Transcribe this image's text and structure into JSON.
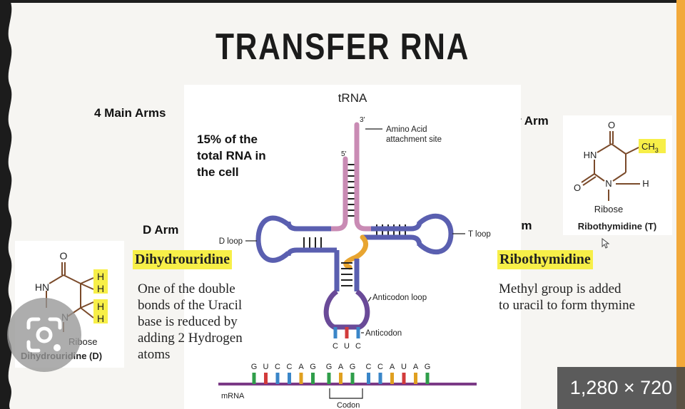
{
  "title": "TRANSFER RNA",
  "side_labels": {
    "main_arms": "4 Main Arms",
    "acceptor_arm": "Acceptor Arm",
    "d_arm": "D Arm",
    "t_arm": "T Arm"
  },
  "note": [
    "15% of the",
    "total RNA in",
    "the cell"
  ],
  "d_arm_text": {
    "heading": "Dihydrouridine",
    "lines": [
      "One of the double",
      "bonds of the Uracil",
      "base is reduced by",
      "adding 2 Hydrogen",
      "atoms"
    ]
  },
  "t_arm_text": {
    "heading": "Ribothymidine",
    "lines": [
      "Methyl group is added",
      "to uracil to form thymine"
    ]
  },
  "diagram": {
    "heading": "tRNA",
    "end3": "3'",
    "end5": "5'",
    "amino_acid_site": [
      "Amino Acid",
      "attachment site"
    ],
    "d_loop": "D loop",
    "t_loop": "T loop",
    "anticodon_loop": "Anticodon loop",
    "anticodon": "Anticodon",
    "anticodon_letters": [
      "C",
      "U",
      "C"
    ],
    "anticodon_colors": [
      "#3a86c8",
      "#d23b3b",
      "#3a86c8"
    ],
    "mrna_letters": [
      "G",
      "U",
      "C",
      "C",
      "A",
      "G",
      "G",
      "A",
      "G",
      "C",
      "C",
      "A",
      "U",
      "A",
      "G"
    ],
    "mrna_colors": [
      "#2f9e4a",
      "#d23b3b",
      "#3a86c8",
      "#3a86c8",
      "#e0a020",
      "#2f9e4a",
      "#2f9e4a",
      "#e0a020",
      "#2f9e4a",
      "#3a86c8",
      "#3a86c8",
      "#e0a020",
      "#d23b3b",
      "#e0a020",
      "#2f9e4a"
    ],
    "mrna": "mRNA",
    "codon": "Codon"
  },
  "dihydrouridine_structure": {
    "o": "O",
    "hn": "HN",
    "n": "N",
    "h_atoms": [
      "H",
      "H",
      "H",
      "H"
    ],
    "ribose": "Ribose",
    "caption": "Dihydrouridine (D)"
  },
  "ribothymidine_structure": {
    "o_top": "O",
    "hn": "HN",
    "ch3": "CH",
    "ch3_sub": "3",
    "o_bottom": "O",
    "n": "N",
    "h": "H",
    "ribose": "Ribose",
    "caption": "Ribothymidine (T)"
  },
  "image_size": "1,280 × 720",
  "colors": {
    "acceptor_stem": "#c98bb4",
    "d_arm": "#5a5fb0",
    "t_arm": "#5a5fb0",
    "anticodon_arm": "#6a4a98",
    "variable_loop": "#e8a531",
    "mrna_line": "#7b3a86",
    "highlight": "#f7ef48",
    "accent_bar": "#f2a93b"
  },
  "icons": [
    "camera-search-icon",
    "cursor-icon"
  ]
}
